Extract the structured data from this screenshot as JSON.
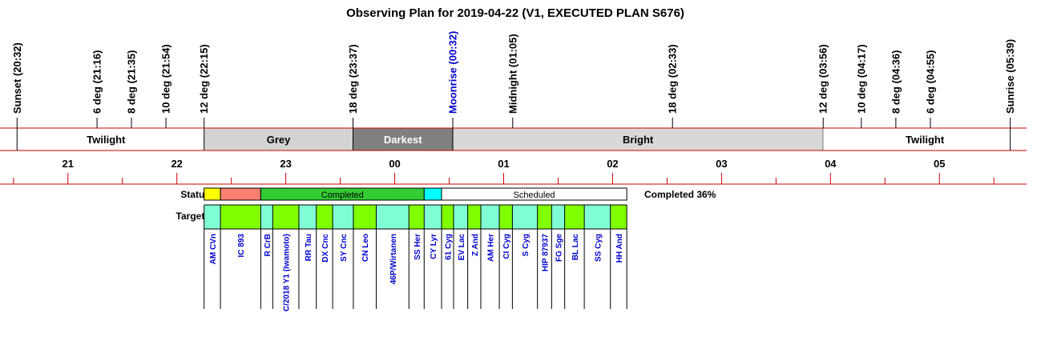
{
  "chart_data": {
    "type": "timeline",
    "title": "Observing Plan for 2019-04-22 (V1, EXECUTED PLAN S676)",
    "time_axis": {
      "start_hour": 20.45,
      "end_hour": 29.8,
      "tick_labels": [
        "21",
        "22",
        "23",
        "00",
        "01",
        "02",
        "03",
        "04",
        "05"
      ]
    },
    "events": [
      {
        "label": "Sunset (20:32)",
        "hour": 20.533,
        "color": "#000000"
      },
      {
        "label": "6 deg (21:16)",
        "hour": 21.267,
        "color": "#000000"
      },
      {
        "label": "8 deg (21:35)",
        "hour": 21.583,
        "color": "#000000"
      },
      {
        "label": "10 deg (21:54)",
        "hour": 21.9,
        "color": "#000000"
      },
      {
        "label": "12 deg (22:15)",
        "hour": 22.25,
        "color": "#000000"
      },
      {
        "label": "18 deg (23:37)",
        "hour": 23.617,
        "color": "#000000"
      },
      {
        "label": "Moonrise (00:32)",
        "hour": 24.533,
        "color": "#0000cc"
      },
      {
        "label": "Midnight (01:05)",
        "hour": 25.083,
        "color": "#000000"
      },
      {
        "label": "18 deg (02:33)",
        "hour": 26.55,
        "color": "#000000"
      },
      {
        "label": "12 deg (03:56)",
        "hour": 27.933,
        "color": "#000000"
      },
      {
        "label": "10 deg (04:17)",
        "hour": 28.283,
        "color": "#000000"
      },
      {
        "label": "8 deg (04:36)",
        "hour": 28.6,
        "color": "#000000"
      },
      {
        "label": "6 deg (04:55)",
        "hour": 28.917,
        "color": "#000000"
      },
      {
        "label": "Sunrise (05:39)",
        "hour": 29.65,
        "color": "#000000"
      }
    ],
    "sky_bands": [
      {
        "label": "Twilight",
        "start": 20.45,
        "end": 22.25,
        "color": "#ffffff",
        "text_color": "#000000"
      },
      {
        "label": "Grey",
        "start": 22.25,
        "end": 23.617,
        "color": "#d3d3d3",
        "text_color": "#000000"
      },
      {
        "label": "Darkest",
        "start": 23.617,
        "end": 24.533,
        "color": "#808080",
        "text_color": "#ffffff"
      },
      {
        "label": "Bright",
        "start": 24.533,
        "end": 27.933,
        "color": "#d8d8d8",
        "text_color": "#000000"
      },
      {
        "label": "Twilight",
        "start": 27.933,
        "end": 29.8,
        "color": "#ffffff",
        "text_color": "#000000"
      }
    ],
    "status": {
      "label": "Status",
      "summary": "Completed 36%",
      "segments": [
        {
          "label": "",
          "start": 22.25,
          "end": 22.4,
          "color": "#ffff00"
        },
        {
          "label": "",
          "start": 22.4,
          "end": 22.77,
          "color": "#fa8072"
        },
        {
          "label": "Completed",
          "start": 22.77,
          "end": 24.27,
          "color": "#33cc33"
        },
        {
          "label": "",
          "start": 24.27,
          "end": 24.43,
          "color": "#00ffff"
        },
        {
          "label": "Scheduled",
          "start": 24.43,
          "end": 26.13,
          "color": "#ffffff"
        }
      ]
    },
    "targets": {
      "label": "Targets",
      "items": [
        {
          "name": "AM CVn",
          "start": 22.25,
          "end": 22.4,
          "color": "#80ffd4"
        },
        {
          "name": "IC 893",
          "start": 22.4,
          "end": 22.77,
          "color": "#80ff00"
        },
        {
          "name": "R CrB",
          "start": 22.77,
          "end": 22.88,
          "color": "#80ffd4"
        },
        {
          "name": "C/2018 Y1 (Iwamoto)",
          "start": 22.88,
          "end": 23.12,
          "color": "#80ff00"
        },
        {
          "name": "RR Tau",
          "start": 23.12,
          "end": 23.28,
          "color": "#80ffd4"
        },
        {
          "name": "DX Cnc",
          "start": 23.28,
          "end": 23.43,
          "color": "#80ff00"
        },
        {
          "name": "SY Cnc",
          "start": 23.43,
          "end": 23.62,
          "color": "#80ffd4"
        },
        {
          "name": "CN Leo",
          "start": 23.62,
          "end": 23.83,
          "color": "#80ff00"
        },
        {
          "name": "46P/Wirtanen",
          "start": 23.83,
          "end": 24.13,
          "color": "#80ffd4"
        },
        {
          "name": "SS Her",
          "start": 24.13,
          "end": 24.27,
          "color": "#80ff00"
        },
        {
          "name": "CY Lyr",
          "start": 24.27,
          "end": 24.43,
          "color": "#80ffd4"
        },
        {
          "name": "61 Cyg",
          "start": 24.43,
          "end": 24.54,
          "color": "#80ff00"
        },
        {
          "name": "EV Lac",
          "start": 24.54,
          "end": 24.67,
          "color": "#80ffd4"
        },
        {
          "name": "Z And",
          "start": 24.67,
          "end": 24.79,
          "color": "#80ff00"
        },
        {
          "name": "AM Her",
          "start": 24.79,
          "end": 24.96,
          "color": "#80ffd4"
        },
        {
          "name": "CI Cyg",
          "start": 24.96,
          "end": 25.08,
          "color": "#80ff00"
        },
        {
          "name": "S Cyg",
          "start": 25.08,
          "end": 25.31,
          "color": "#80ffd4"
        },
        {
          "name": "HIP 87937",
          "start": 25.31,
          "end": 25.44,
          "color": "#80ff00"
        },
        {
          "name": "FG Sge",
          "start": 25.44,
          "end": 25.56,
          "color": "#80ffd4"
        },
        {
          "name": "BL Lac",
          "start": 25.56,
          "end": 25.74,
          "color": "#80ff00"
        },
        {
          "name": "SS Cyg",
          "start": 25.74,
          "end": 25.98,
          "color": "#80ffd4"
        },
        {
          "name": "HH And",
          "start": 25.98,
          "end": 26.13,
          "color": "#80ff00"
        }
      ],
      "text_color": "#0000cc"
    },
    "colors": {
      "axis_line": "#cc0000",
      "border": "#000000"
    }
  }
}
